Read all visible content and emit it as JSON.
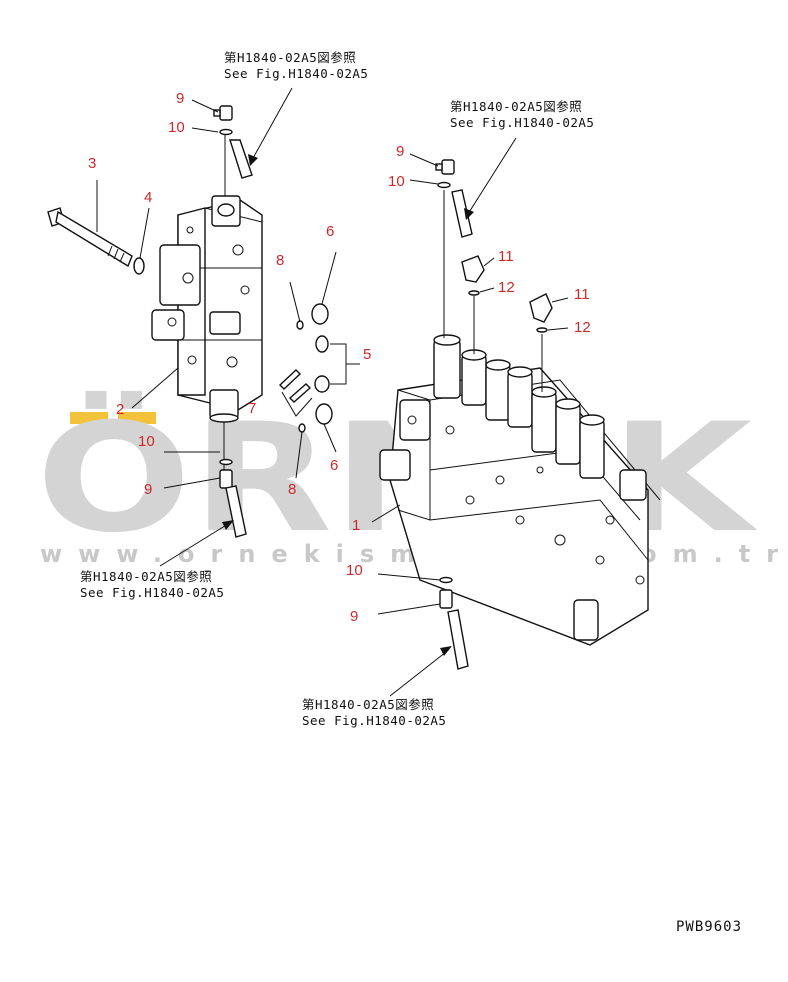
{
  "watermark": {
    "brand": "ÖRNEK",
    "url": "www.ornekismakina.com.tr"
  },
  "references": [
    {
      "jp": "第H1840-02A5図参照",
      "en": "See Fig.H1840-02A5"
    },
    {
      "jp": "第H1840-02A5図参照",
      "en": "See Fig.H1840-02A5"
    },
    {
      "jp": "第H1840-02A5図参照",
      "en": "See Fig.H1840-02A5"
    },
    {
      "jp": "第H1840-02A5図参照",
      "en": "See Fig.H1840-02A5"
    }
  ],
  "callouts": [
    "9",
    "10",
    "3",
    "4",
    "6",
    "8",
    "5",
    "7",
    "2",
    "10",
    "9",
    "9",
    "10",
    "11",
    "12",
    "11",
    "12",
    "6",
    "8",
    "1",
    "10",
    "9"
  ],
  "drawing_code": "PWB9603"
}
